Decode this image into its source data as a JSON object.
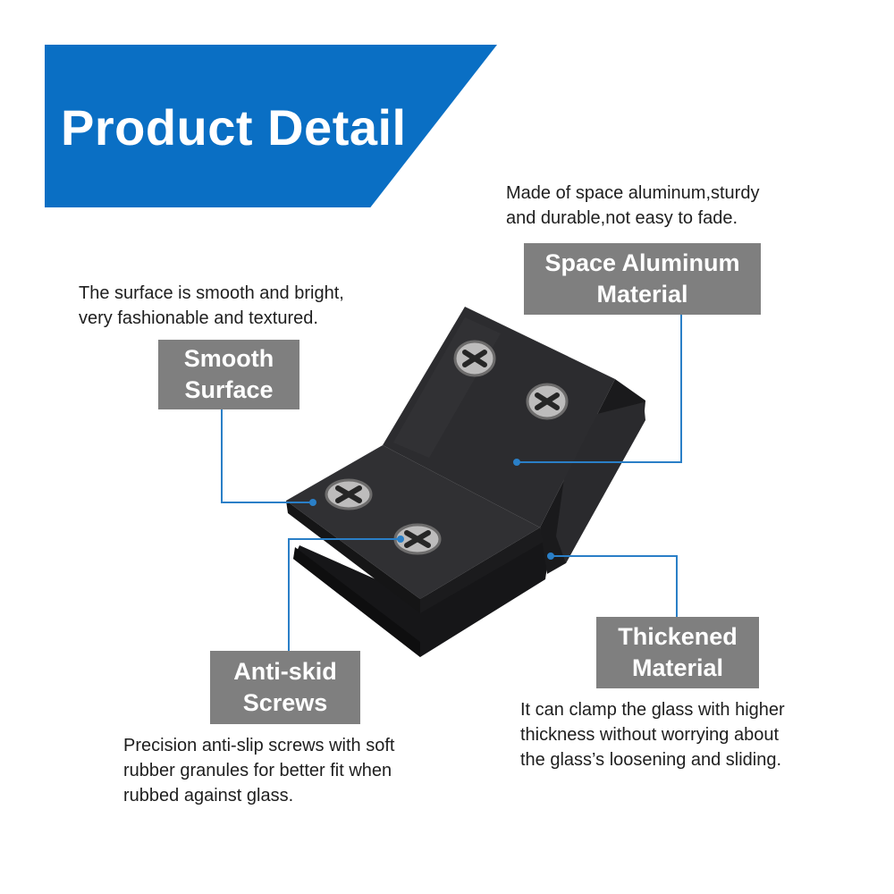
{
  "header": {
    "title": "Product Detail"
  },
  "colors": {
    "banner": "#0a6fc4",
    "label_bg": "#7f7f7f",
    "callout_line": "#2a7fc7",
    "product": "#262628"
  },
  "features": {
    "smooth_surface": {
      "label": [
        "Smooth",
        "Surface"
      ],
      "description": [
        "The surface is smooth and bright,",
        "very fashionable and textured."
      ]
    },
    "space_aluminum": {
      "label": [
        "Space Aluminum",
        "Material"
      ],
      "description": [
        "Made of space aluminum,sturdy",
        "and durable,not easy to fade."
      ]
    },
    "anti_skid_screws": {
      "label": [
        "Anti-skid",
        "Screws"
      ],
      "description": [
        "Precision anti-slip screws with soft",
        "rubber granules for better fit when",
        "rubbed against glass."
      ]
    },
    "thickened_material": {
      "label": [
        "Thickened",
        "Material"
      ],
      "description": [
        "It can clamp the glass with higher",
        "thickness without worrying about",
        "the glass’s loosening and sliding."
      ]
    }
  }
}
